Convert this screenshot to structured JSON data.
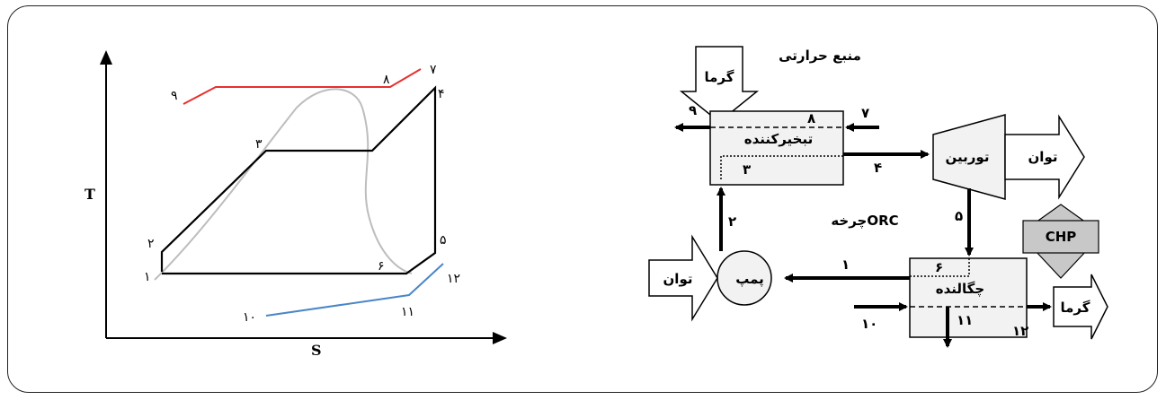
{
  "ts_diagram": {
    "axis_t": "T",
    "axis_s": "S",
    "points": {
      "p1": "۱",
      "p2": "۲",
      "p3": "۳",
      "p4": "۴",
      "p5": "۵",
      "p6": "۶",
      "p7": "۷",
      "p8": "۸",
      "p9": "۹",
      "p10": "۱۰",
      "p11": "۱۱",
      "p12": "۱۲"
    },
    "colors": {
      "heat_source": "#e53030",
      "cooling": "#4a86c8",
      "dome": "#bdbdbd",
      "cycle": "#000000"
    }
  },
  "schematic": {
    "heat_source_title": "منبع حرارتی",
    "heat_in": "گرما",
    "evaporator": "تبخیرکننده",
    "turbine": "توربین",
    "power_out": "توان",
    "condenser": "چگالنده",
    "pump": "پمپ",
    "power_in": "توان",
    "heat_out": "گرما",
    "cycle_label": "ORCچرخه",
    "chp": "CHP",
    "streams": {
      "s1": "۱",
      "s2": "۲",
      "s3": "۳",
      "s4": "۴",
      "s5": "۵",
      "s6": "۶",
      "s7": "۷",
      "s8": "۸",
      "s9": "۹",
      "s10": "۱۰",
      "s11": "۱۱",
      "s12": "۱۲"
    }
  }
}
